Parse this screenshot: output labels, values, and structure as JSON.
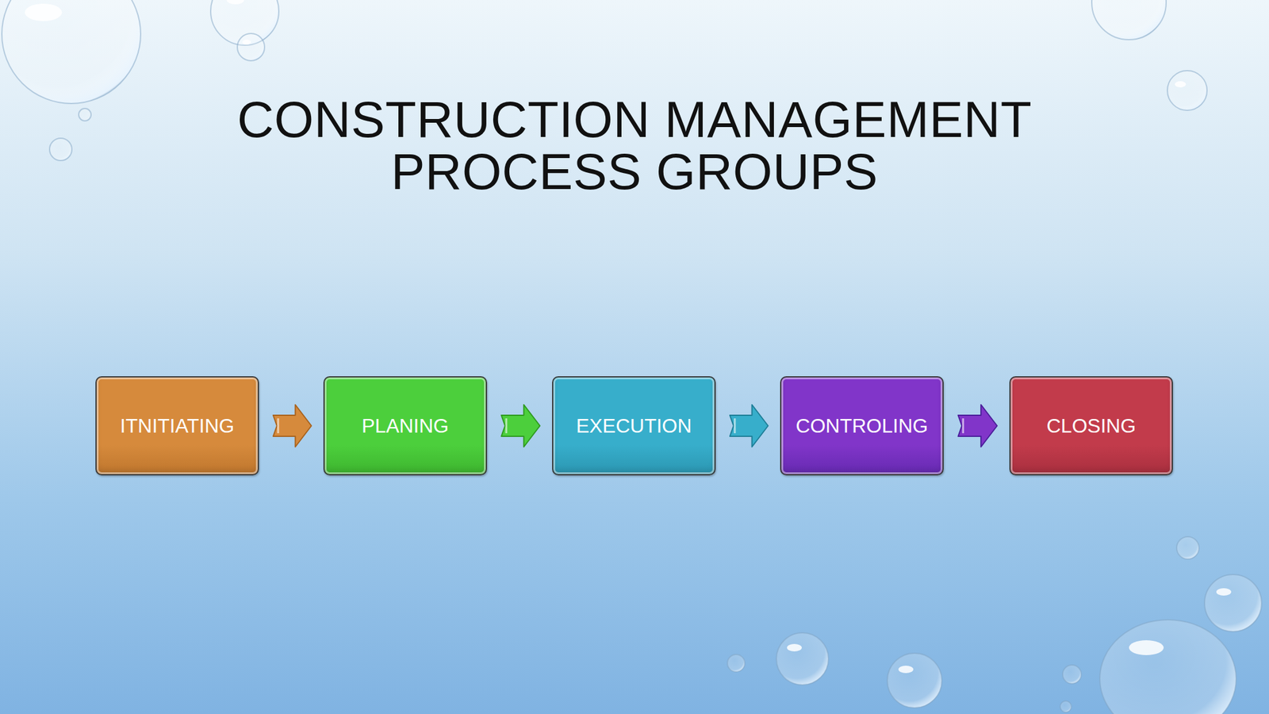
{
  "diagram": {
    "title": "CONSTRUCTION MANAGEMENT PROCESS GROUPS",
    "nodes": [
      {
        "text": [
          "ITNITIATING"
        ]
      },
      {
        "text": [
          "PLANING"
        ]
      },
      {
        "text": [
          "EXECUTION"
        ]
      },
      {
        "text": [
          "CONTROLING"
        ]
      },
      {
        "text": [
          "CLOSING"
        ]
      }
    ],
    "edges": [
      {
        "from": 0,
        "to": 1,
        "arrow": "to"
      },
      {
        "from": 1,
        "to": 2,
        "arrow": "to"
      },
      {
        "from": 2,
        "to": 3,
        "arrow": "to"
      },
      {
        "from": 3,
        "to": 4,
        "arrow": "to"
      }
    ]
  }
}
